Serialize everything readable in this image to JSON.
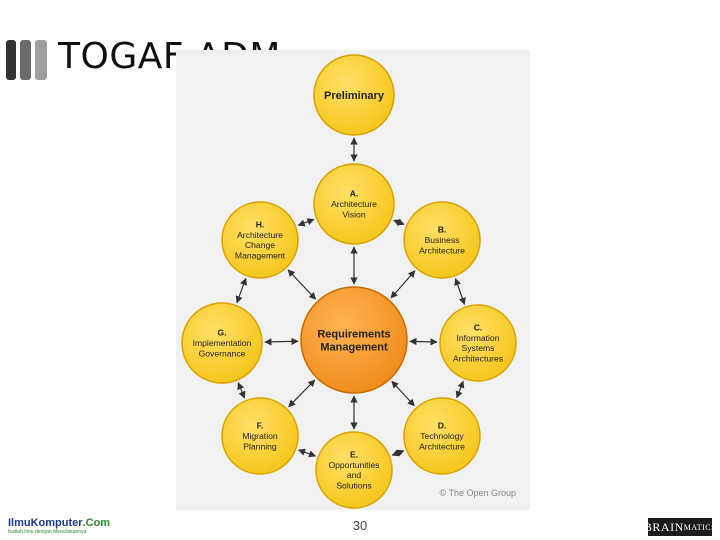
{
  "slide": {
    "title": "TOGAF ADM",
    "page_number": "30",
    "colors": {
      "bar1": "#333333",
      "bar2": "#6b6b6b",
      "bar3": "#a0a0a0"
    }
  },
  "diagram": {
    "copyright": "© The Open Group",
    "colors": {
      "phase_fill": "#f5c518",
      "phase_edge": "#d8a200",
      "center_fill": "#f08a1a",
      "center_edge": "#c86a00",
      "backdrop": "#f1f1f1",
      "arrow": "#333333",
      "text": "#222222"
    },
    "center": {
      "id": "req",
      "lines": [
        "Requirements",
        "Management"
      ]
    },
    "phases": [
      {
        "id": "pre",
        "lines": [
          "Preliminary"
        ]
      },
      {
        "id": "a",
        "lines": [
          "A.",
          "Architecture",
          "Vision"
        ]
      },
      {
        "id": "b",
        "lines": [
          "B.",
          "Business",
          "Architecture"
        ]
      },
      {
        "id": "c",
        "lines": [
          "C.",
          "Information",
          "Systems",
          "Architectures"
        ]
      },
      {
        "id": "d",
        "lines": [
          "D.",
          "Technology",
          "Architecture"
        ]
      },
      {
        "id": "e",
        "lines": [
          "E.",
          "Opportunities",
          "and",
          "Solutions"
        ]
      },
      {
        "id": "f",
        "lines": [
          "F.",
          "Migration",
          "Planning"
        ]
      },
      {
        "id": "g",
        "lines": [
          "G.",
          "Implementation",
          "Governance"
        ]
      },
      {
        "id": "h",
        "lines": [
          "H.",
          "Architecture",
          "Change",
          "Management"
        ]
      }
    ]
  },
  "footer": {
    "left_logo_name_1": "IlmuKomputer",
    "left_logo_name_2": ".Com",
    "left_logo_tagline": "Ikatlah Ilmu dengan Menuliskannya",
    "right_logo_1": "BRAIN",
    "right_logo_2": "MATICS"
  }
}
